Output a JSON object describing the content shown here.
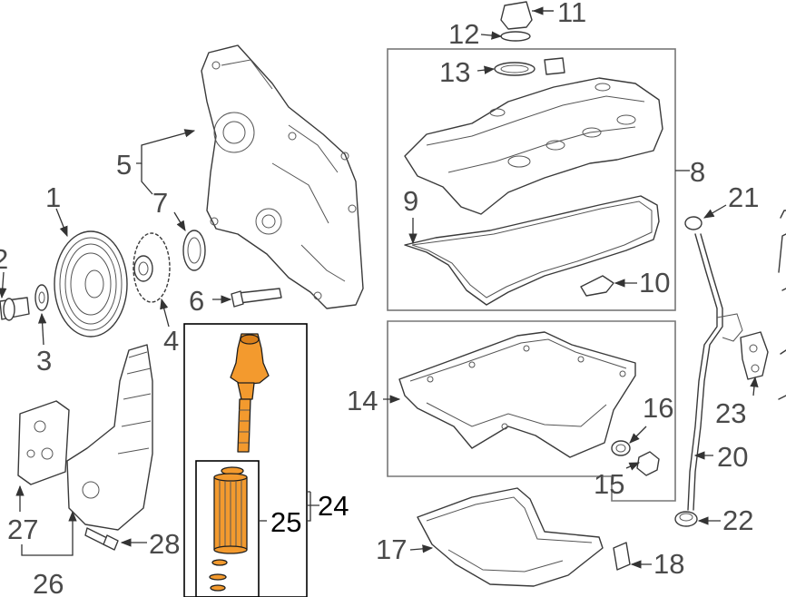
{
  "diagram": {
    "highlight_color": "#f39a2e",
    "callouts": {
      "c1": "1",
      "c2": "2",
      "c3": "3",
      "c4": "4",
      "c5": "5",
      "c6": "6",
      "c7": "7",
      "c8": "8",
      "c9": "9",
      "c10": "10",
      "c11": "11",
      "c12": "12",
      "c13": "13",
      "c14": "14",
      "c15": "15",
      "c16": "16",
      "c17": "17",
      "c18": "18",
      "c20": "20",
      "c21": "21",
      "c22": "22",
      "c23": "23",
      "c24": "24",
      "c25": "25",
      "c26": "26",
      "c27": "27",
      "c28": "28"
    }
  }
}
